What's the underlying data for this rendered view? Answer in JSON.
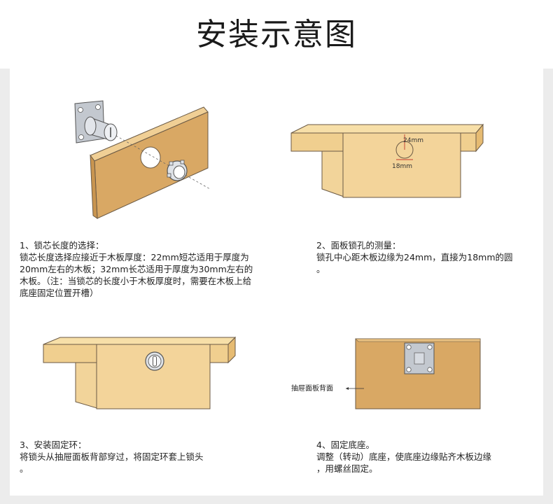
{
  "title": "安装示意图",
  "steps": [
    {
      "title": "1、锁芯长度的选择：",
      "body": "锁芯长度选择应接近于木板厚度：22mm短芯适用于厚度为\n20mm左右的木板；32mm长芯适用于厚度为30mm左右的\n木板。（注：当锁芯的长度小于木板厚度时，需要在木板上给\n底座固定位置开槽）"
    },
    {
      "title": "2、面板锁孔的测量：",
      "body": "锁孔中心距木板边缘为24mm，直接为18mm的圆\n。",
      "dim_vertical": "24mm",
      "dim_horizontal": "18mm"
    },
    {
      "title": "3、安装固定环：",
      "body": "将锁头从抽屉面板背部穿过，将固定环套上锁头\n。"
    },
    {
      "title": "4、固定底座。",
      "body": "调整（转动）底座，使底座边缘贴齐木板边缘\n，用螺丝固定。",
      "pointer_label": "抽屉面板背面"
    }
  ],
  "colors": {
    "wood_front": "#d9a864",
    "wood_top": "#f3d9a4",
    "wood_light": "#f7dfa8",
    "wood_side": "#e9bf79",
    "outline": "#6b5a45",
    "metal": "#b9bfc8",
    "metal_dark": "#7e8693"
  }
}
